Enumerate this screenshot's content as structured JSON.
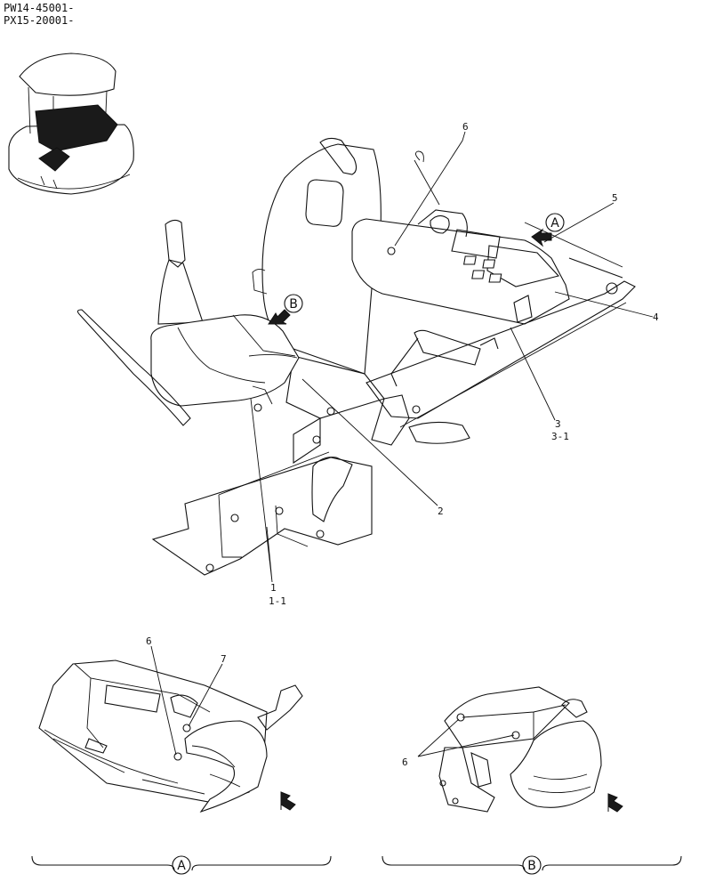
{
  "header": {
    "model_codes": [
      "PW14-45001-",
      "PX15-20001-"
    ]
  },
  "callouts": {
    "c1": "1",
    "c1_1": "1-1",
    "c2": "2",
    "c3": "3",
    "c3_1": "3-1",
    "c4": "4",
    "c5": "5",
    "c6_main": "6",
    "c6_detail_a": "6",
    "c6_detail_b": "6",
    "c7": "7"
  },
  "views": {
    "view_a_marker": "A",
    "view_b_marker": "B",
    "detail_a_label": "A",
    "detail_b_label": "B"
  }
}
